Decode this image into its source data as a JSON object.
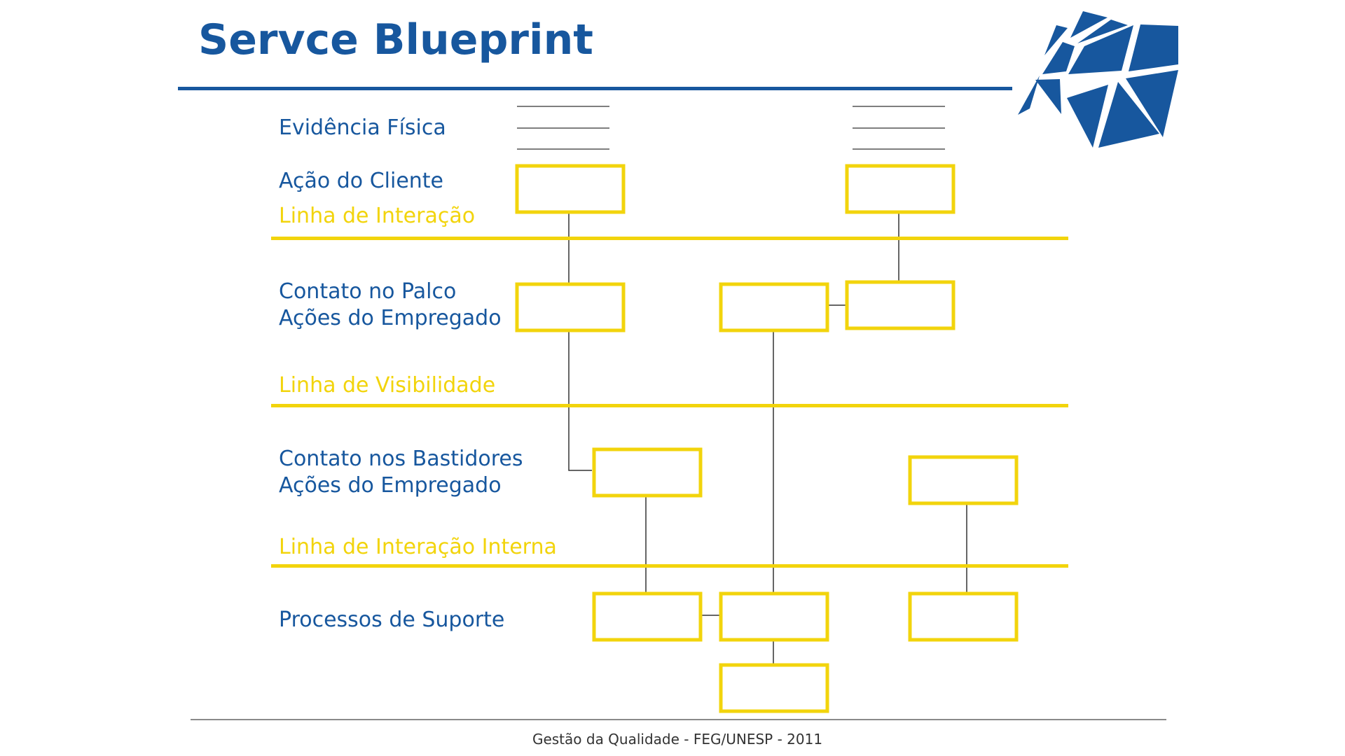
{
  "title": "Servce Blueprint",
  "footer": "Gestão da Qualidade - FEG/UNESP - 2011",
  "logo_icon": "unesp-logo-icon",
  "colors": {
    "title_blue": "#17579e",
    "line_yellow": "#f2d40c",
    "connector_gray": "#333333"
  },
  "rows": {
    "evidencia": "Evidência Física",
    "acao_cliente": "Ação do Cliente",
    "palco_1": "Contato no Palco",
    "palco_2": "Ações do Empregado",
    "bastidores_1": "Contato nos Bastidores",
    "bastidores_2": "Ações do Empregado",
    "suporte": "Processos de Suporte"
  },
  "lines": {
    "interacao": "Linha de Interação",
    "visibilidade": "Linha de Visibilidade",
    "interacao_interna": "Linha de Interação Interna"
  }
}
